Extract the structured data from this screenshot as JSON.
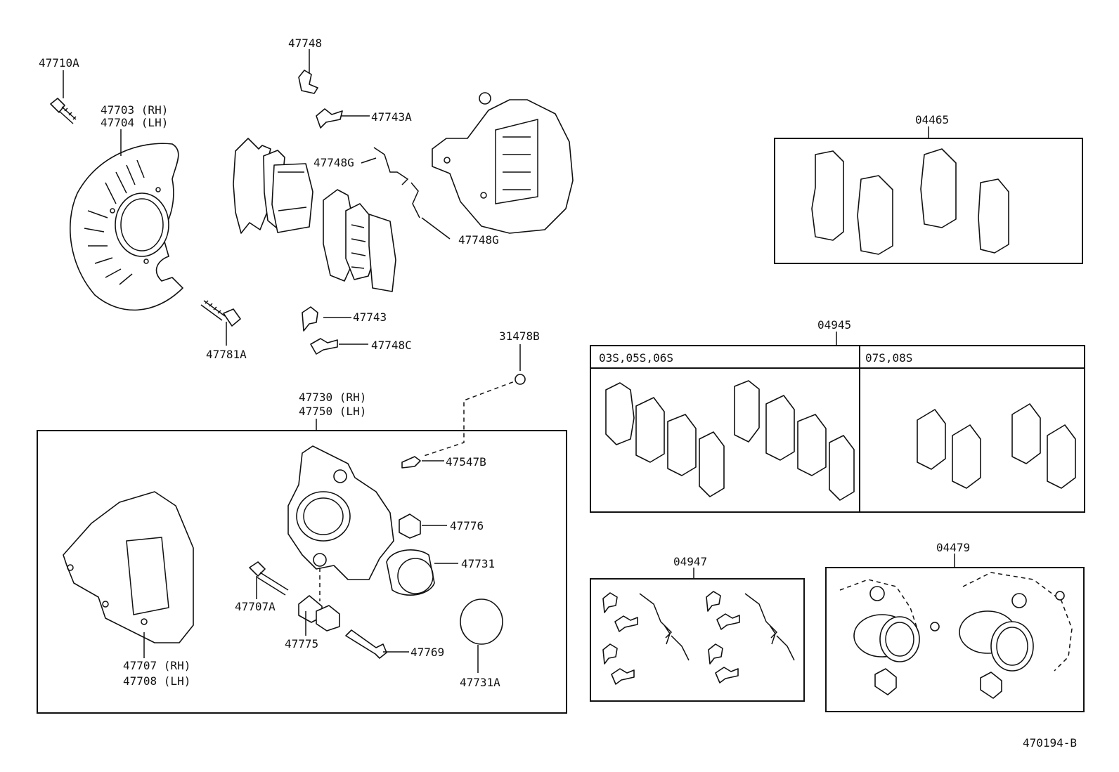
{
  "diagram_id": "470194-B",
  "labels": {
    "p47710A": "47710A",
    "p47703": "47703 (RH)",
    "p47704": "47704 (LH)",
    "p47748": "47748",
    "p47743A": "47743A",
    "p47748G_a": "47748G",
    "p47748G_b": "47748G",
    "p47743": "47743",
    "p47748C": "47748C",
    "p47781A": "47781A",
    "p31478B": "31478B",
    "p47730": "47730 (RH)",
    "p47750": "47750 (LH)",
    "p47547B": "47547B",
    "p47776": "47776",
    "p47731": "47731",
    "p47707A": "47707A",
    "p47775": "47775",
    "p47769": "47769",
    "p47731A": "47731A",
    "p47707": "47707 (RH)",
    "p47708": "47708 (LH)"
  },
  "kits": {
    "k04465": "04465",
    "k04945": "04945",
    "k04945_left_header": "03S,05S,06S",
    "k04945_right_header": "07S,08S",
    "k04947": "04947",
    "k04479": "04479"
  }
}
